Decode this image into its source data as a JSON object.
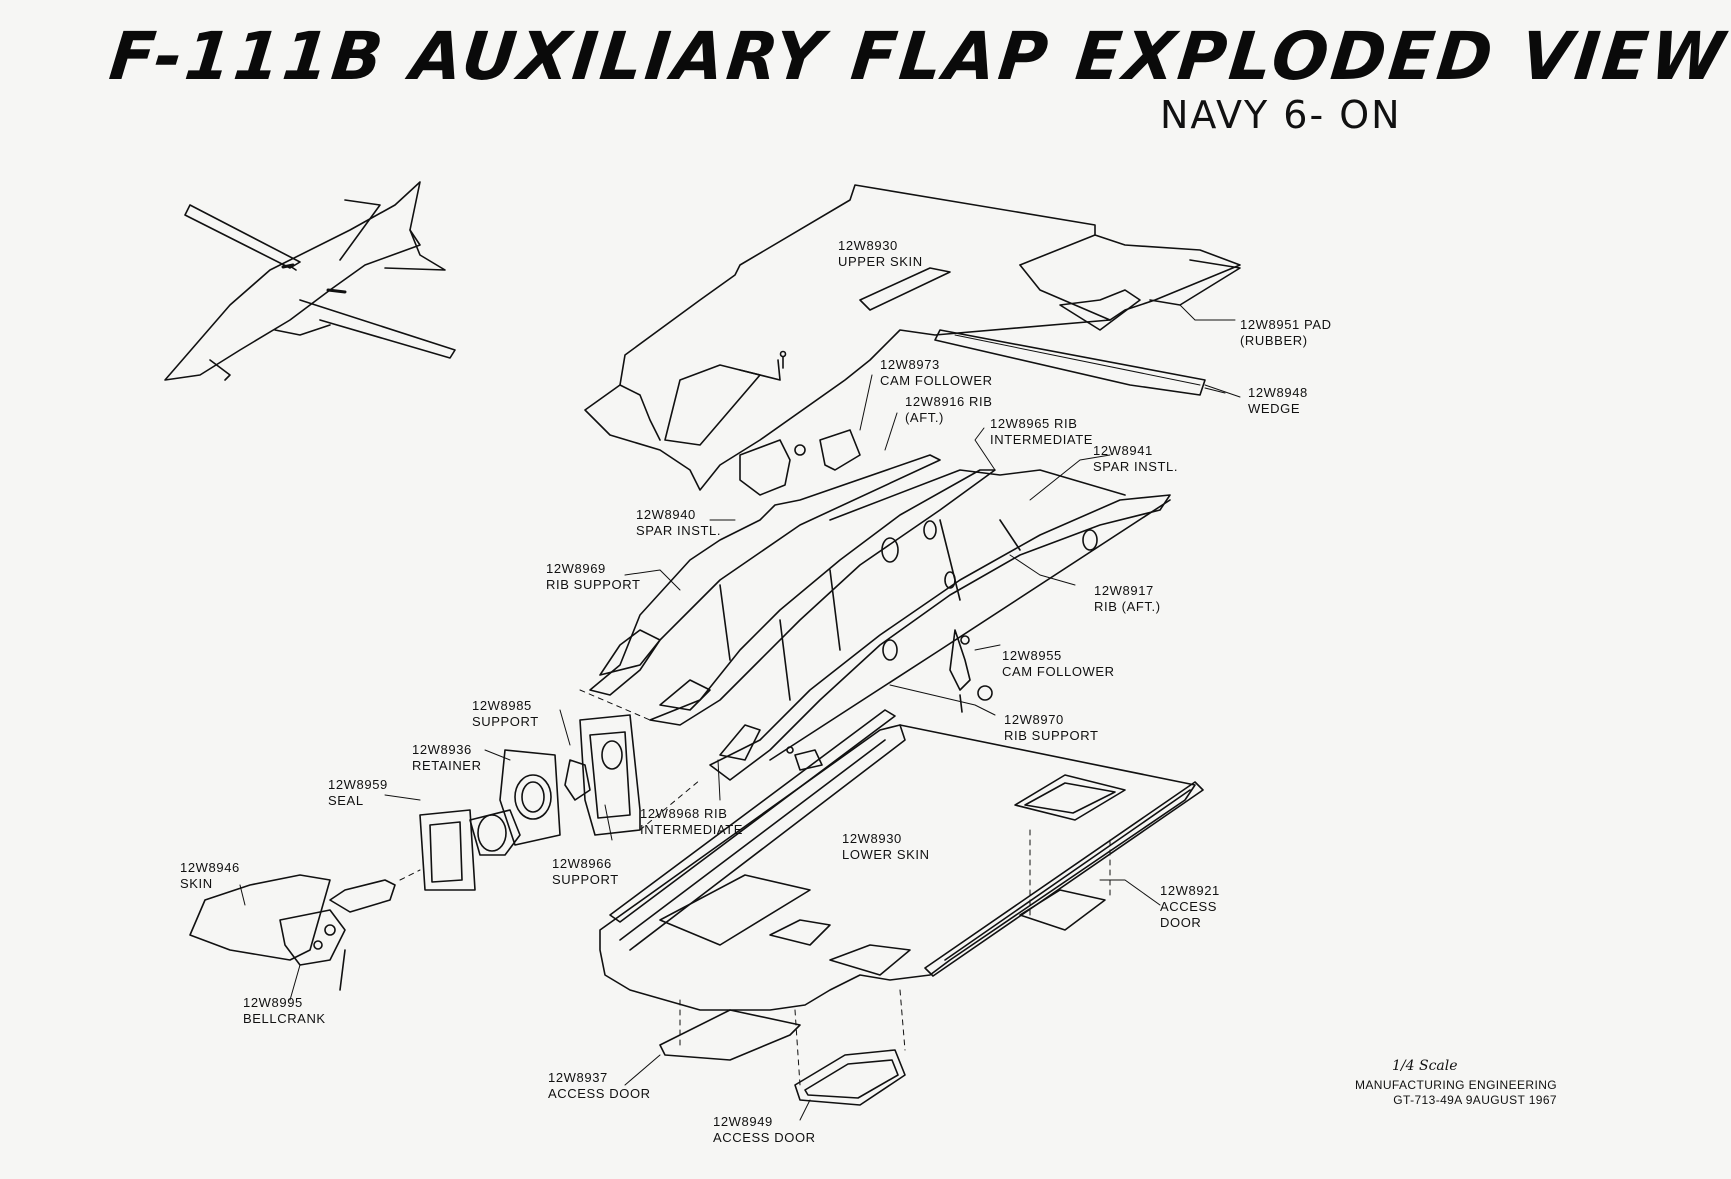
{
  "title": "F-111B AUXILIARY FLAP  EXPLODED VIEW",
  "subtitle": "NAVY 6- ON",
  "parts": {
    "upper_skin": [
      "12W8930",
      "UPPER SKIN"
    ],
    "pad": [
      "12W8951 PAD",
      "(RUBBER)"
    ],
    "cam_follower_top": [
      "12W8973",
      "CAM FOLLOWER"
    ],
    "rib_aft_top": [
      "12W8916 RIB",
      "(AFT.)"
    ],
    "wedge": [
      "12W8948",
      "WEDGE"
    ],
    "rib_intermediate_top": [
      "12W8965 RIB",
      "INTERMEDIATE"
    ],
    "spar_instl_right": [
      "12W8941",
      "SPAR INSTL."
    ],
    "spar_instl_left": [
      "12W8940",
      "SPAR INSTL."
    ],
    "rib_support_left": [
      "12W8969",
      "RIB SUPPORT"
    ],
    "rib_aft_right": [
      "12W8917",
      "RIB (AFT.)"
    ],
    "cam_follower_right": [
      "12W8955",
      "CAM FOLLOWER"
    ],
    "rib_support_right": [
      "12W8970",
      "RIB SUPPORT"
    ],
    "support_upper": [
      "12W8985",
      "SUPPORT"
    ],
    "retainer": [
      "12W8936",
      "RETAINER"
    ],
    "seal": [
      "12W8959",
      "SEAL"
    ],
    "rib_intermediate_low": [
      "12W8968 RIB",
      "INTERMEDIATE"
    ],
    "support_lower": [
      "12W8966",
      "SUPPORT"
    ],
    "lower_skin": [
      "12W8930",
      "LOWER SKIN"
    ],
    "skin": [
      "12W8946",
      "SKIN"
    ],
    "access_door_right": [
      "12W8921",
      "ACCESS",
      "DOOR"
    ],
    "bellcrank": [
      "12W8995",
      "BELLCRANK"
    ],
    "access_door_1": [
      "12W8937",
      "ACCESS DOOR"
    ],
    "access_door_2": [
      "12W8949",
      "ACCESS DOOR"
    ]
  },
  "footer": {
    "scale": "1/4  Scale",
    "line1": "MANUFACTURING ENGINEERING",
    "line2": "GT-713-49A 9AUGUST 1967"
  }
}
